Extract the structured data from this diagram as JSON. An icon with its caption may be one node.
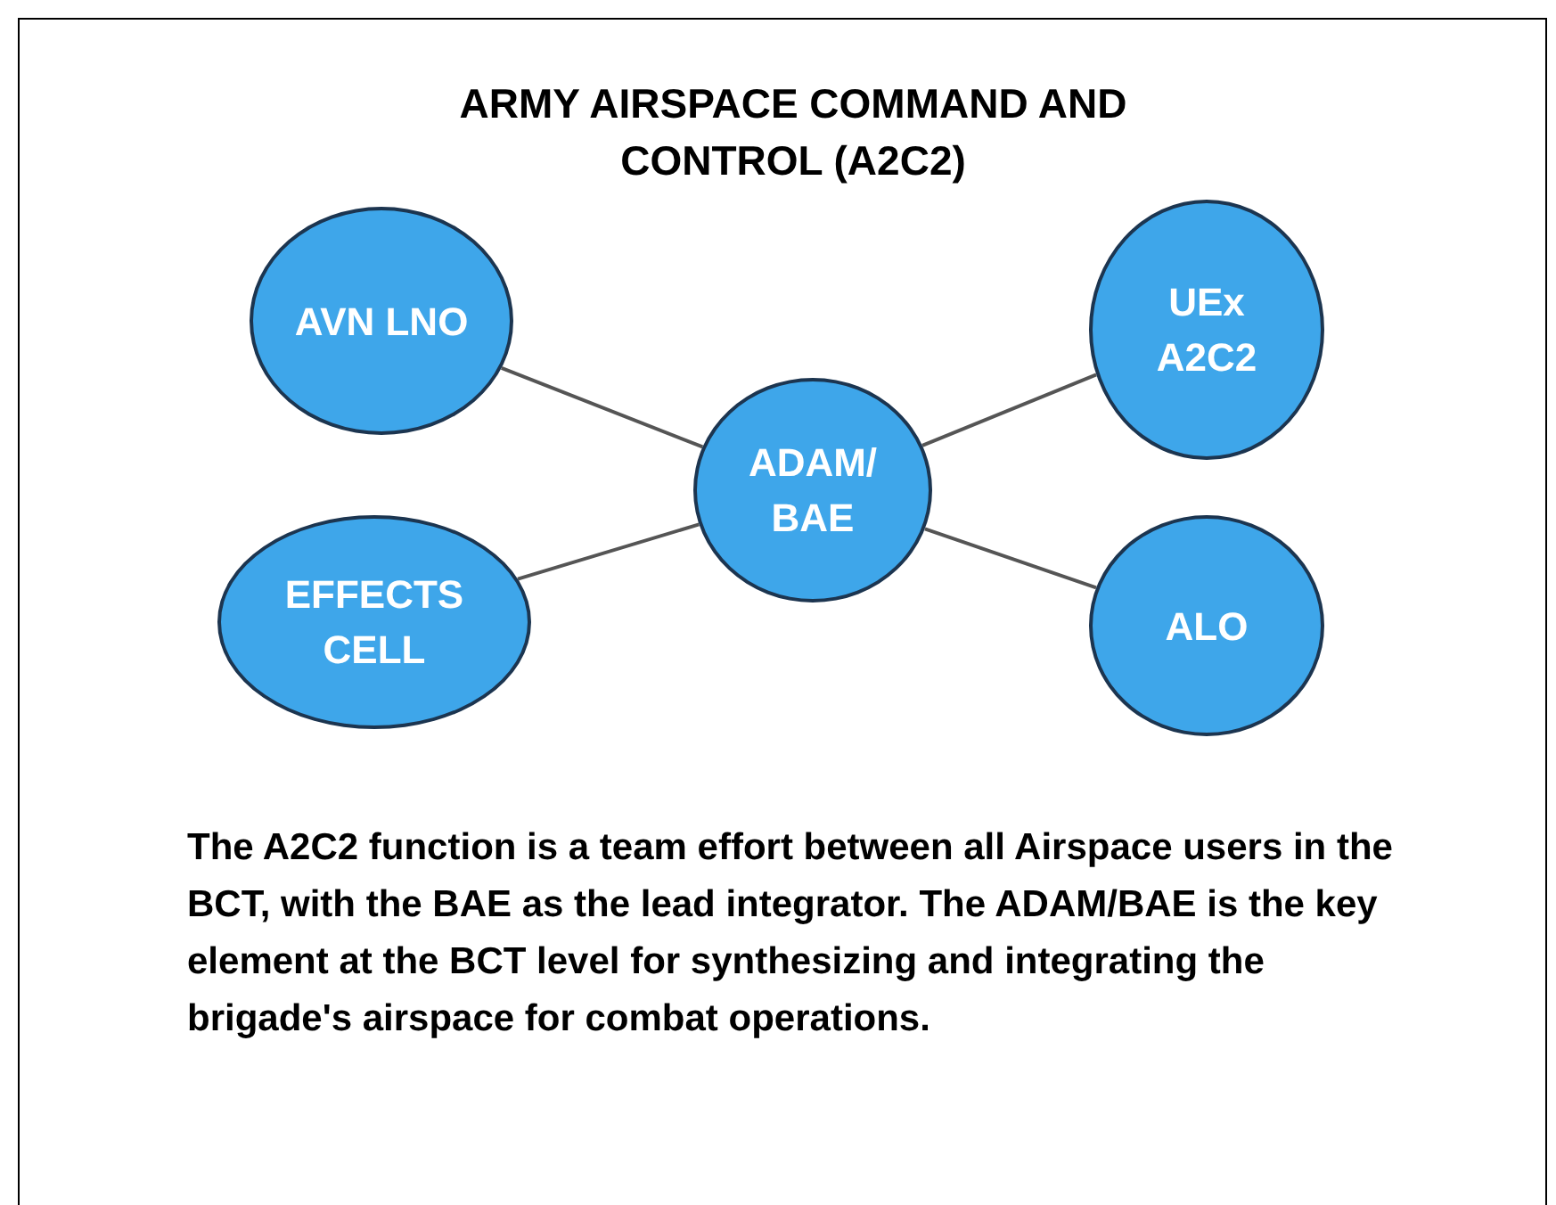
{
  "diagram": {
    "title": "ARMY AIRSPACE COMMAND AND CONTROL (A2C2)",
    "nodes": [
      {
        "text": [
          "AVN LNO"
        ]
      },
      {
        "text": [
          "UEx A2C2"
        ]
      },
      {
        "text": [
          "ADAM/ BAE"
        ]
      },
      {
        "text": [
          "EFFECTS CELL"
        ]
      },
      {
        "text": [
          "ALO"
        ]
      }
    ],
    "edges": [
      {
        "from": 0,
        "to": 2,
        "arrow": "none"
      },
      {
        "from": 2,
        "to": 1,
        "arrow": "none"
      },
      {
        "from": 3,
        "to": 2,
        "arrow": "none"
      },
      {
        "from": 2,
        "to": 4,
        "arrow": "none"
      }
    ],
    "labels": [
      "The A2C2 function is a team effort between all Airspace users in the BCT, with the BAE as the lead integrator. The ADAM/BAE is the key element at the BCT level for synthesizing and integrating the brigade's airspace for combat operations."
    ]
  }
}
